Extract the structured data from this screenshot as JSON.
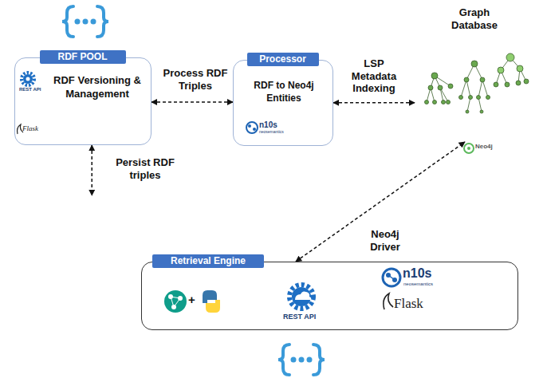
{
  "diagram": {
    "nodes": [
      {
        "text": [
          "RDF POOL",
          "RDF Versioning & Management"
        ]
      },
      {
        "text": [
          "Processor",
          "RDF to Neo4j Entities"
        ]
      },
      {
        "text": [
          "Graph Database"
        ]
      },
      {
        "text": []
      },
      {
        "text": [
          "Retrieval Engine"
        ]
      }
    ],
    "edges": [
      {
        "from": 0,
        "to": 1,
        "label": "Process RDF Triples",
        "arrow": "both"
      },
      {
        "from": 1,
        "to": 2,
        "label": "LSP Metadata Indexing",
        "arrow": "both"
      },
      {
        "from": 0,
        "to": 3,
        "label": "Persist RDF triples",
        "arrow": "both"
      },
      {
        "from": 4,
        "to": 2,
        "label": "Neo4j Driver",
        "arrow": "both"
      }
    ],
    "labels": [
      "REST API",
      "Flask",
      "n10s",
      "neosemantics",
      "Neo4j",
      "+",
      "REST API",
      "n10s",
      "neosemantics",
      "Flask"
    ]
  }
}
